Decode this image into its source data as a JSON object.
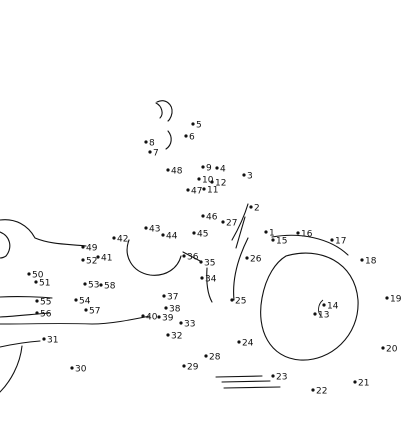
{
  "puzzle": {
    "dots": [
      {
        "n": "1"
      },
      {
        "n": "2"
      },
      {
        "n": "3"
      },
      {
        "n": "4"
      },
      {
        "n": "5"
      },
      {
        "n": "6"
      },
      {
        "n": "7"
      },
      {
        "n": "8"
      },
      {
        "n": "9"
      },
      {
        "n": "10"
      },
      {
        "n": "11"
      },
      {
        "n": "12"
      },
      {
        "n": "13"
      },
      {
        "n": "14"
      },
      {
        "n": "15"
      },
      {
        "n": "16"
      },
      {
        "n": "17"
      },
      {
        "n": "18"
      },
      {
        "n": "19"
      },
      {
        "n": "20"
      },
      {
        "n": "21"
      },
      {
        "n": "22"
      },
      {
        "n": "23"
      },
      {
        "n": "24"
      },
      {
        "n": "25"
      },
      {
        "n": "26"
      },
      {
        "n": "27"
      },
      {
        "n": "28"
      },
      {
        "n": "29"
      },
      {
        "n": "30"
      },
      {
        "n": "31"
      },
      {
        "n": "32"
      },
      {
        "n": "33"
      },
      {
        "n": "34"
      },
      {
        "n": "35"
      },
      {
        "n": "36"
      },
      {
        "n": "37"
      },
      {
        "n": "38"
      },
      {
        "n": "39"
      },
      {
        "n": "40"
      },
      {
        "n": "41"
      },
      {
        "n": "42"
      },
      {
        "n": "43"
      },
      {
        "n": "44"
      },
      {
        "n": "45"
      },
      {
        "n": "46"
      },
      {
        "n": "47"
      },
      {
        "n": "48"
      },
      {
        "n": "49"
      },
      {
        "n": "50"
      },
      {
        "n": "51"
      },
      {
        "n": "52"
      },
      {
        "n": "53"
      },
      {
        "n": "54"
      },
      {
        "n": "55"
      },
      {
        "n": "56"
      },
      {
        "n": "57"
      },
      {
        "n": "58"
      }
    ]
  }
}
